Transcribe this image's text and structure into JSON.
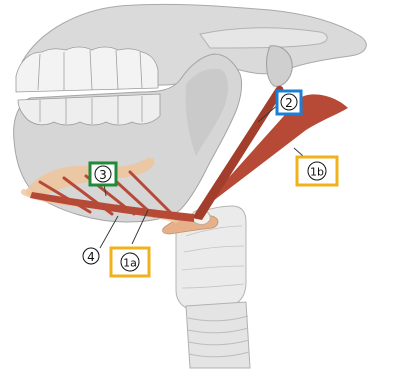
{
  "labels": {
    "label_1a": "1a",
    "label_1b": "1b",
    "label_2": "2",
    "label_3": "3",
    "label_4": "4"
  },
  "colors": {
    "background": "#ffffff",
    "bone": "#d8d8d8",
    "bone_shadow": "#b9b9b9",
    "teeth": "#f2f2f2",
    "muscle": "#b74a36",
    "tendon": "#e8a77c",
    "cartilage": "#e9e9e9",
    "frame_yellow": "#f0b21a",
    "frame_blue": "#1a7fd9",
    "frame_green": "#1f8a3a"
  }
}
